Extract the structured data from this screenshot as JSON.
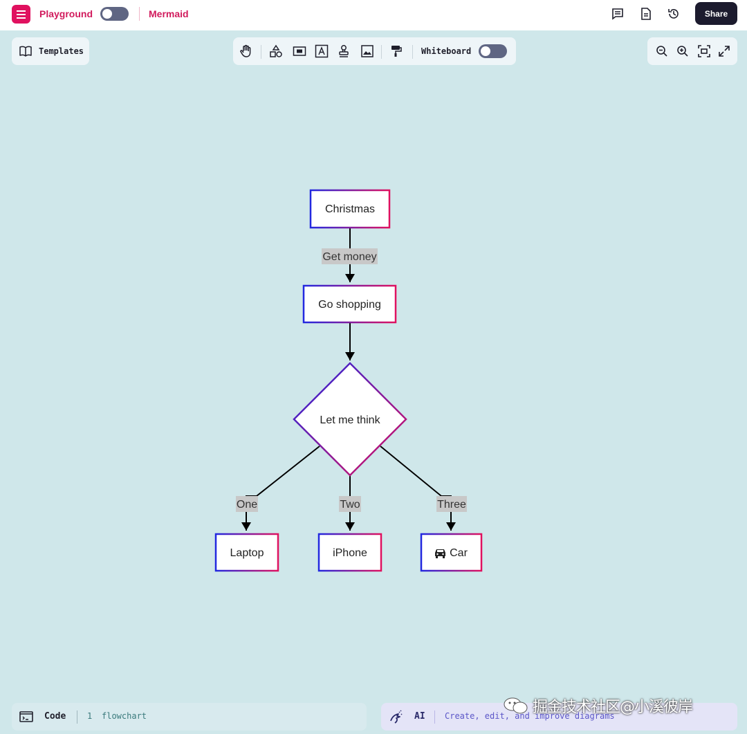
{
  "header": {
    "brand": "Playground",
    "mode": "Mermaid",
    "share_label": "Share"
  },
  "templates": {
    "label": "Templates"
  },
  "toolbar": {
    "whiteboard_label": "Whiteboard"
  },
  "bottom": {
    "code_label": "Code",
    "line_number": "1",
    "code_text": "flowchart",
    "ai_label": "AI",
    "ai_hint": "Create, edit, and improve diagrams"
  },
  "diagram": {
    "nodes": {
      "christmas": "Christmas",
      "go_shopping": "Go shopping",
      "decision": "Let me think",
      "laptop": "Laptop",
      "iphone": "iPhone",
      "car": "Car"
    },
    "edges": {
      "get_money": "Get money",
      "one": "One",
      "two": "Two",
      "three": "Three"
    }
  },
  "watermark": "掘金技术社区@小溪彼岸",
  "colors": {
    "accent": "#e0115f",
    "node_border_start": "#2228e0",
    "node_border_end": "#e0115f"
  }
}
